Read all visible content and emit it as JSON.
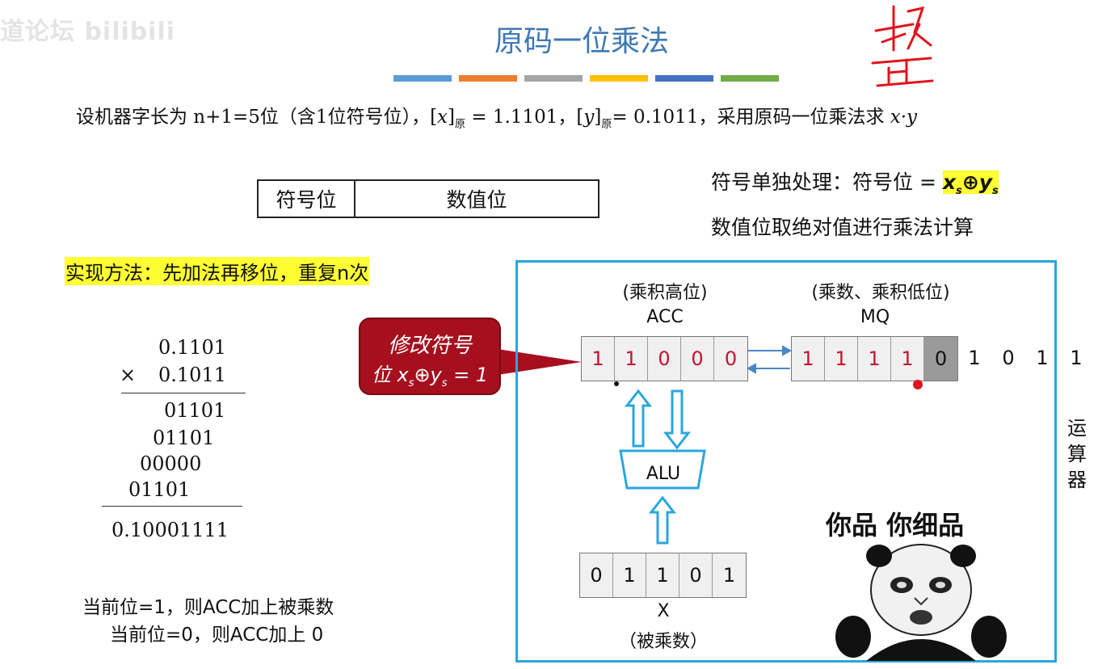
{
  "watermark": "道论坛 bilibili",
  "title": "原码一位乘法",
  "title_bar_colors": [
    "#5b9bd5",
    "#ed7d31",
    "#a5a5a5",
    "#ffc000",
    "#4472c4",
    "#70ad47"
  ],
  "problem": {
    "prefix": "设机器字长为 n+1=5位（含1位符号位），[",
    "x_var": "x",
    "close1": "]",
    "sub_yuan1": "原",
    "mid1": " = 1.1101，[",
    "y_var": "y",
    "close2": "]",
    "sub_yuan2": "原",
    "mid2": "= 0.1011，采用原码一位乘法求 ",
    "expr": "x·y"
  },
  "format_box": {
    "sign": "符号位",
    "value": "数值位"
  },
  "notes": {
    "sign_prefix": "符号单独处理：符号位 = ",
    "xs_x": "x",
    "xs_s": "s",
    "xor": "⊕",
    "ys_y": "y",
    "ys_s": "s",
    "abs_value": "数值位取绝对值进行乘法计算"
  },
  "method": "实现方法：先加法再移位，重复n次",
  "manual_calc": {
    "multiplicand": "0.1101",
    "times": "×",
    "multiplier": "0.1011",
    "partials": [
      "01101",
      "01101",
      "00000",
      "01101"
    ],
    "result": "0.10001111"
  },
  "rules": [
    "当前位=1，则ACC加上被乘数",
    "当前位=0，则ACC加上 0"
  ],
  "callout": {
    "line1": "修改符号",
    "line2_prefix": "位 ",
    "x": "x",
    "s1": "s",
    "xor": "⊕",
    "y": "y",
    "s2": "s",
    "eq": " = 1"
  },
  "registers": {
    "acc": {
      "desc": "(乘积高位)",
      "name": "ACC",
      "bits": [
        "1",
        "1",
        "0",
        "0",
        "0"
      ]
    },
    "mq": {
      "desc": "(乘数、乘积低位)",
      "name": "MQ",
      "bits": [
        "1",
        "1",
        "1",
        "1",
        "0"
      ],
      "extra_bits": [
        "1",
        "0",
        "1",
        "1"
      ]
    },
    "x": {
      "name": "X",
      "desc": "（被乘数）",
      "bits": [
        "0",
        "1",
        "1",
        "0",
        "1"
      ]
    },
    "alu": "ALU"
  },
  "side_label": [
    "运",
    "算",
    "器"
  ],
  "meme_text": "你品 你细品",
  "handwritten": "整"
}
